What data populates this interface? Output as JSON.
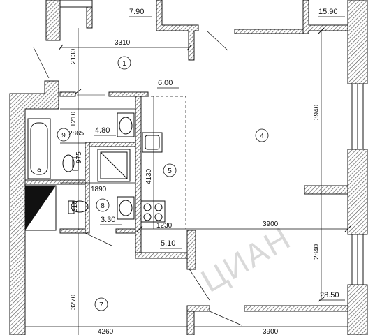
{
  "colors": {
    "wall_hatch": "#b0b0b0",
    "wall_outline": "#1a1a1a",
    "line": "#111111",
    "watermark": "#d9d9d9"
  },
  "rooms": [
    {
      "number": "1"
    },
    {
      "number": "4"
    },
    {
      "number": "5"
    },
    {
      "number": "7"
    },
    {
      "number": "8"
    },
    {
      "number": "9"
    }
  ],
  "areas": [
    "7.90",
    "15.90",
    "6.00",
    "4.80",
    "3.30",
    "5.10",
    "28.50"
  ],
  "dimensions": [
    "3310",
    "2130",
    "1210",
    "2865",
    "975",
    "1890",
    "4130",
    "1230",
    "3900",
    "3940",
    "2840",
    "210",
    "3270",
    "4260",
    "3900"
  ],
  "watermark_text": "ЦИАН",
  "icons": [
    "bathtub-icon",
    "toilet-icon",
    "sink-icon",
    "shower-icon",
    "stove-icon",
    "kitchen-sink-icon"
  ]
}
